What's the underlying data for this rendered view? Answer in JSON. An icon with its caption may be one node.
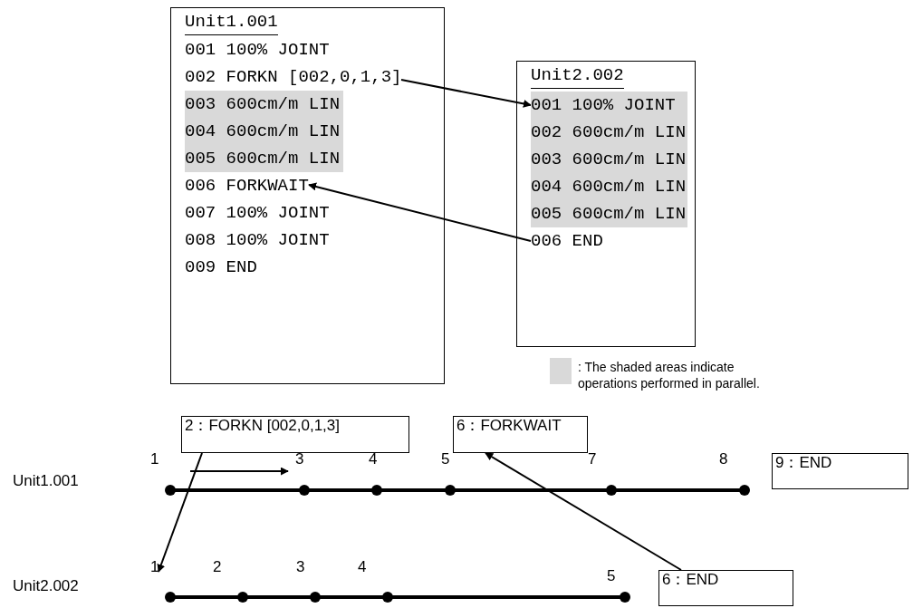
{
  "diagram": {
    "nodes": [
      {
        "text": [
          "Unit1.001"
        ]
      },
      {
        "text": [
          "001 100% JOINT"
        ],
        "in": 0
      },
      {
        "text": [
          "002 FORKN [002,0,1,3]"
        ],
        "in": 0
      },
      {
        "text": [
          "003 600cm/m LIN"
        ],
        "in": 0
      },
      {
        "text": [
          "004 600cm/m LIN"
        ],
        "in": 0
      },
      {
        "text": [
          "005 600cm/m LIN"
        ],
        "in": 0
      },
      {
        "text": [
          "006 FORKWAIT"
        ],
        "in": 0
      },
      {
        "text": [
          "007 100% JOINT"
        ],
        "in": 0
      },
      {
        "text": [
          "008 100% JOINT"
        ],
        "in": 0
      },
      {
        "text": [
          "009 END"
        ],
        "in": 0
      },
      {
        "text": [
          "Unit2.002"
        ]
      },
      {
        "text": [
          "001 100% JOINT"
        ],
        "in": 10
      },
      {
        "text": [
          "002 600cm/m LIN"
        ],
        "in": 10
      },
      {
        "text": [
          "003 600cm/m LIN"
        ],
        "in": 10
      },
      {
        "text": [
          "004 600cm/m LIN"
        ],
        "in": 10
      },
      {
        "text": [
          "005 600cm/m LIN"
        ],
        "in": 10
      },
      {
        "text": [
          "006 END"
        ],
        "in": 10
      },
      {
        "text": [
          "2：FORKN [002,0,1,3]"
        ]
      },
      {
        "text": [
          "6：FORKWAIT"
        ]
      },
      {
        "text": [
          "9：END"
        ]
      },
      {
        "text": [
          "6：END"
        ]
      },
      {
        "text": [
          "1"
        ]
      }
    ],
    "edges": [
      {
        "from": 2,
        "to": 11,
        "arrow": "to"
      },
      {
        "from": 16,
        "to": 6,
        "arrow": "to"
      },
      {
        "from": 17,
        "to": 21,
        "arrow": "to"
      },
      {
        "from": 20,
        "to": 18,
        "arrow": "to"
      }
    ],
    "labels": [
      "1",
      "3",
      "4",
      "5",
      "7",
      "8",
      "Unit1.001",
      "2",
      "3",
      "4",
      "5",
      "Unit2.002"
    ],
    "legend": [
      {
        "text": ": The shaded areas indicate operations performed in parallel.",
        "color": "#d9d9d9"
      }
    ]
  }
}
